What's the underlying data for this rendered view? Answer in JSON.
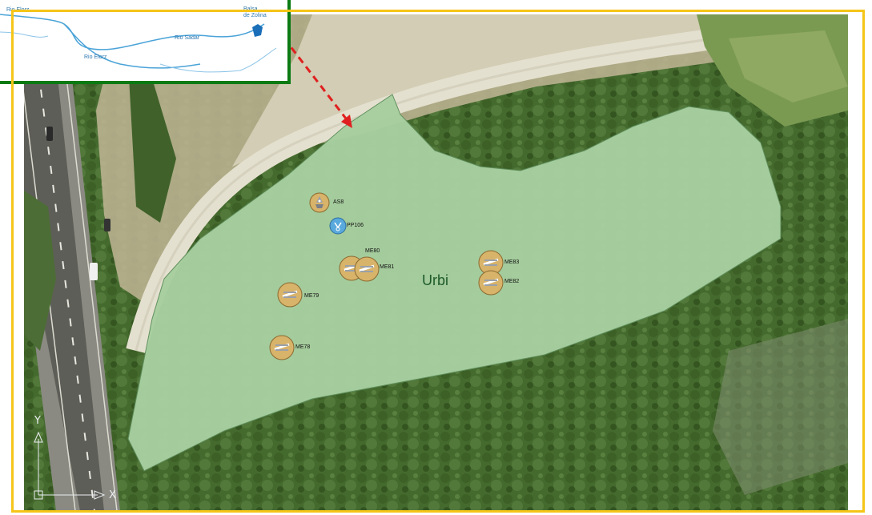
{
  "inset_map": {
    "labels": {
      "rio_elorz_1": "Rio Elorz",
      "rio_elorz_2": "Rio Elorz",
      "rio_sadar": "Rio Sadar",
      "balsa_line1": "Balsa",
      "balsa_line2": "de Zolina"
    }
  },
  "zone": {
    "name": "Urbi",
    "fill_color": "#a8cfa0"
  },
  "points": [
    {
      "id": "AS8",
      "type": "fountain"
    },
    {
      "id": "PP106",
      "type": "well"
    },
    {
      "id": "ME80",
      "type": "manhole"
    },
    {
      "id": "ME81",
      "type": "manhole"
    },
    {
      "id": "ME83",
      "type": "manhole"
    },
    {
      "id": "ME82",
      "type": "manhole"
    },
    {
      "id": "ME79",
      "type": "manhole"
    },
    {
      "id": "ME78",
      "type": "manhole"
    }
  ],
  "axes": {
    "y": "Y",
    "x": "X"
  },
  "colors": {
    "frame": "#f5c518",
    "inset_border": "#0a7a12",
    "arrow": "#e02020",
    "marker_fill": "#d8b36a",
    "well_fill": "#5aa9dc"
  }
}
